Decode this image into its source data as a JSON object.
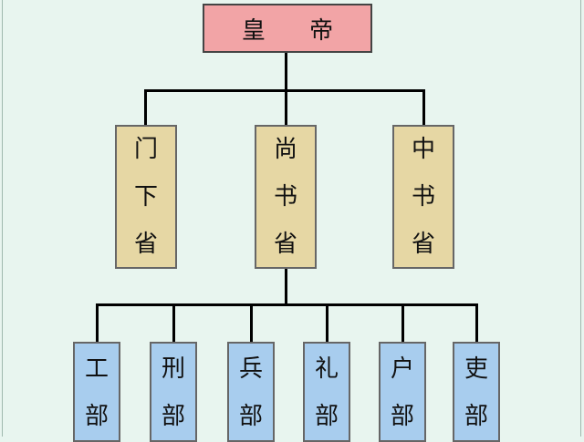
{
  "emperor": {
    "label": "皇 帝"
  },
  "provinces": [
    {
      "chars": [
        "门",
        "下",
        "省"
      ]
    },
    {
      "chars": [
        "尚",
        "书",
        "省"
      ]
    },
    {
      "chars": [
        "中",
        "书",
        "省"
      ]
    }
  ],
  "ministries": [
    {
      "chars": [
        "工",
        "部"
      ]
    },
    {
      "chars": [
        "刑",
        "部"
      ]
    },
    {
      "chars": [
        "兵",
        "部"
      ]
    },
    {
      "chars": [
        "礼",
        "部"
      ]
    },
    {
      "chars": [
        "户",
        "部"
      ]
    },
    {
      "chars": [
        "吏",
        "部"
      ]
    }
  ]
}
